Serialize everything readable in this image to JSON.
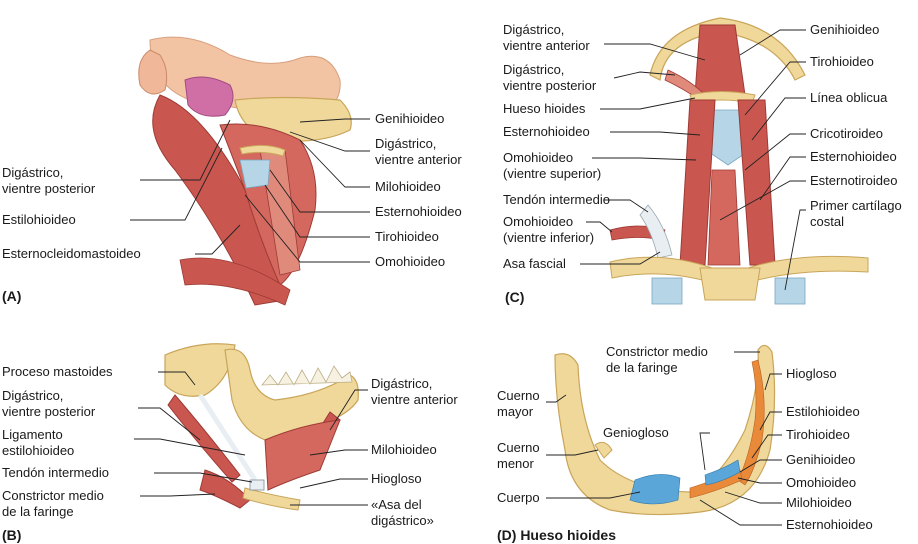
{
  "colors": {
    "muscle": "#c9574f",
    "muscle_dark": "#9e3a35",
    "muscle_light": "#e08a7c",
    "bone": "#efd89a",
    "bone_edge": "#c9a55a",
    "skin": "#f2c4a4",
    "tendon": "#e9eef2",
    "cartilage": "#b6d6e8",
    "gland": "#cf6fa6",
    "attachment_blue": "#5aa6d8",
    "attachment_orange": "#e98a3a",
    "leader": "#222222",
    "text": "#1a1a1a"
  },
  "panels": {
    "A": {
      "tag": "(A)",
      "left_labels": [
        "Digástrico,",
        "vientre posterior",
        "Estilohioideo",
        "Esternocleidomastoideo"
      ],
      "right_labels": [
        "Genihioideo",
        "Digástrico,",
        "vientre anterior",
        "Milohioideo",
        "Esternohioideo",
        "Tirohioideo",
        "Omohioideo"
      ]
    },
    "B": {
      "tag": "(B)",
      "left_labels": [
        "Proceso mastoides",
        "Digástrico,",
        "vientre posterior",
        "Ligamento",
        "estilohioideo",
        "Tendón intermedio",
        "Constrictor medio",
        "de la faringe"
      ],
      "right_labels": [
        "Digástrico,",
        "vientre anterior",
        "Milohioideo",
        "Hiogloso",
        "«Asa del",
        "digástrico»"
      ]
    },
    "C": {
      "tag": "(C)",
      "left_labels": [
        "Digástrico,",
        "vientre anterior",
        "Digástrico,",
        "vientre posterior",
        "Hueso hioides",
        "Esternohioideo",
        "Omohioideo",
        "(vientre superior)",
        "Tendón intermedio",
        "Omohioideo",
        "(vientre inferior)",
        "Asa fascial"
      ],
      "right_labels": [
        "Genihioideo",
        "Tirohioideo",
        "Línea oblicua",
        "Cricotiroideo",
        "Esternohioideo",
        "Esternotiroideo",
        "Primer cartílago",
        "costal"
      ]
    },
    "D": {
      "tag": "(D) Hueso hioides",
      "left_labels": [
        "Cuerno",
        "mayor",
        "Geniogloso",
        "Cuerno",
        "menor",
        "Cuerpo"
      ],
      "right_labels": [
        "Constrictor medio",
        "de la faringe",
        "Hiogloso",
        "Estilohioideo",
        "Tirohioideo",
        "Genihioideo",
        "Omohioideo",
        "Milohioideo",
        "Esternohioideo"
      ]
    }
  }
}
